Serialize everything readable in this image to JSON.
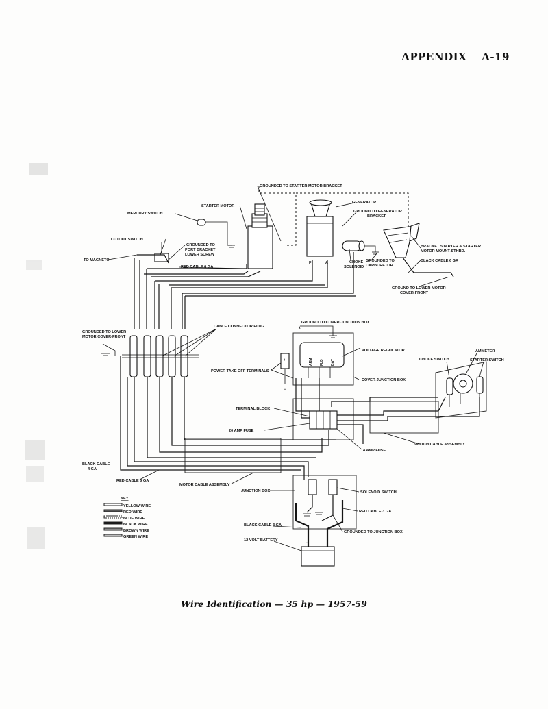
{
  "header": {
    "section": "APPENDIX",
    "page": "A-19"
  },
  "caption": "Wire Identification — 35 hp — 1957-59",
  "labels": {
    "grounded_starter_bracket": "GROUNDED TO STARTER MOTOR BRACKET",
    "starter_motor": "STARTER MOTOR",
    "generator": "GENERATOR",
    "ground_generator_bracket_1": "GROUND TO GENERATOR",
    "ground_generator_bracket_2": "BRACKET",
    "mercury_switch": "MERCURY SWITCH",
    "cutout_switch": "CUTOUT SWITCH",
    "grounded_port_1": "GROUNDED TO",
    "grounded_port_2": "PORT BRACKET",
    "grounded_port_3": "LOWER SCREW",
    "to_magneto": "TO MAGNETO",
    "red_cable_6ga_top": "RED CABLE 6 GA",
    "choke_solenoid_1": "CHOKE",
    "choke_solenoid_2": "SOLENOID",
    "grounded_carb_1": "GROUNDED TO",
    "grounded_carb_2": "CARBURETOR",
    "bracket_starter_1": "BRACKET STARTER & STARTER",
    "bracket_starter_2": "MOTOR MOUNT-STHBD.",
    "black_cable_6ga_top": "BLACK CABLE 6 GA",
    "ground_lower_cover_right_1": "GROUND TO LOWER MOTOR",
    "ground_lower_cover_right_2": "COVER-FRONT",
    "gen_f": "F",
    "gen_a": "A",
    "ground_cover_junction": "GROUND TO COVER-JUNCTION BOX",
    "grounded_lower_cover_left_1": "GROUNDED TO LOWER",
    "grounded_lower_cover_left_2": "MOTOR COVER-FRONT",
    "cable_connector_plug": "CABLE CONNECTOR PLUG",
    "voltage_regulator": "VOLTAGE REGULATOR",
    "reg_arm": "ARM",
    "reg_fld": "FLD",
    "reg_bat": "BAT",
    "power_takeoff": "POWER TAKE OFF TERMINALS",
    "cover_junction_box": "COVER-JUNCTION BOX",
    "choke_switch": "CHOKE SWITCH",
    "ammeter": "AMMETER",
    "starter_switch": "STARTER SWITCH",
    "terminal_block": "TERMINAL BLOCK",
    "amp20_fuse": "20 AMP FUSE",
    "amp4_fuse": "4 AMP FUSE",
    "switch_cable_assembly": "SWITCH CABLE ASSEMBLY",
    "black_cable_4ga_1": "BLACK CABLE",
    "black_cable_4ga_2": "4 GA",
    "red_cable_6ga_bottom": "RED CABLE 6 GA",
    "motor_cable_assembly": "MOTOR CABLE ASSEMBLY",
    "junction_box": "JUNCTION BOX",
    "solenoid_switch": "SOLENOID SWITCH",
    "red_cable_3ga": "RED CABLE 3 GA",
    "black_cable_3ga": "BLACK CABLE 3 GA",
    "grounded_junction_box": "GROUNDED TO JUNCTION BOX",
    "battery": "12 VOLT BATTERY",
    "plus": "+",
    "minus": "−"
  },
  "key": {
    "title": "KEY",
    "items": [
      "YELLOW WIRE",
      "RED WIRE",
      "BLUE WIRE",
      "BLACK WIRE",
      "BROWN WIRE",
      "GREEN WIRE"
    ]
  }
}
